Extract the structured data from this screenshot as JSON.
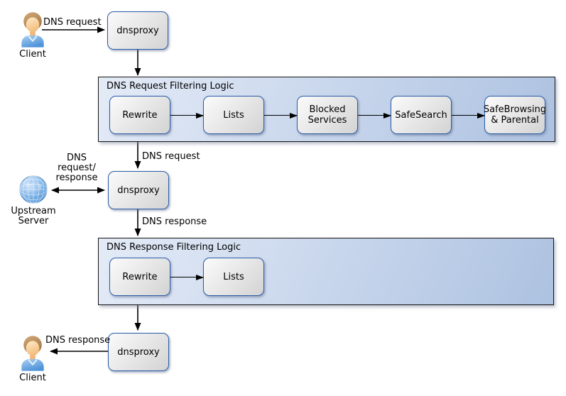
{
  "nodes": {
    "client_top": {
      "label": "Client"
    },
    "dnsproxy_top": {
      "label": "dnsproxy"
    },
    "upstream_server": {
      "label": "Upstream Server"
    },
    "dnsproxy_middle": {
      "label": "dnsproxy"
    },
    "dnsproxy_bottom": {
      "label": "dnsproxy"
    },
    "client_bottom": {
      "label": "Client"
    }
  },
  "groups": {
    "request_filtering": {
      "title": "DNS Request Filtering Logic",
      "steps": [
        "Rewrite",
        "Lists",
        "Blocked Services",
        "SafeSearch",
        "SafeBrowsing & Parental"
      ]
    },
    "response_filtering": {
      "title": "DNS Response Filtering Logic",
      "steps": [
        "Rewrite",
        "Lists"
      ]
    }
  },
  "edge_labels": {
    "client_to_proxy_request": "DNS request",
    "filtered_request_to_proxy": "DNS request",
    "upstream_exchange": "DNS request/ response",
    "proxy_response_to_filter": "DNS response",
    "proxy_response_to_client": "DNS response"
  },
  "colors": {
    "arrow": "#000000",
    "node_border": "#2a5ca8",
    "node_fill_start": "#fbfbfb",
    "node_fill_end": "#d3d3d3",
    "group_fill_start": "#e4ebf7",
    "group_fill_end": "#adc2e1"
  }
}
